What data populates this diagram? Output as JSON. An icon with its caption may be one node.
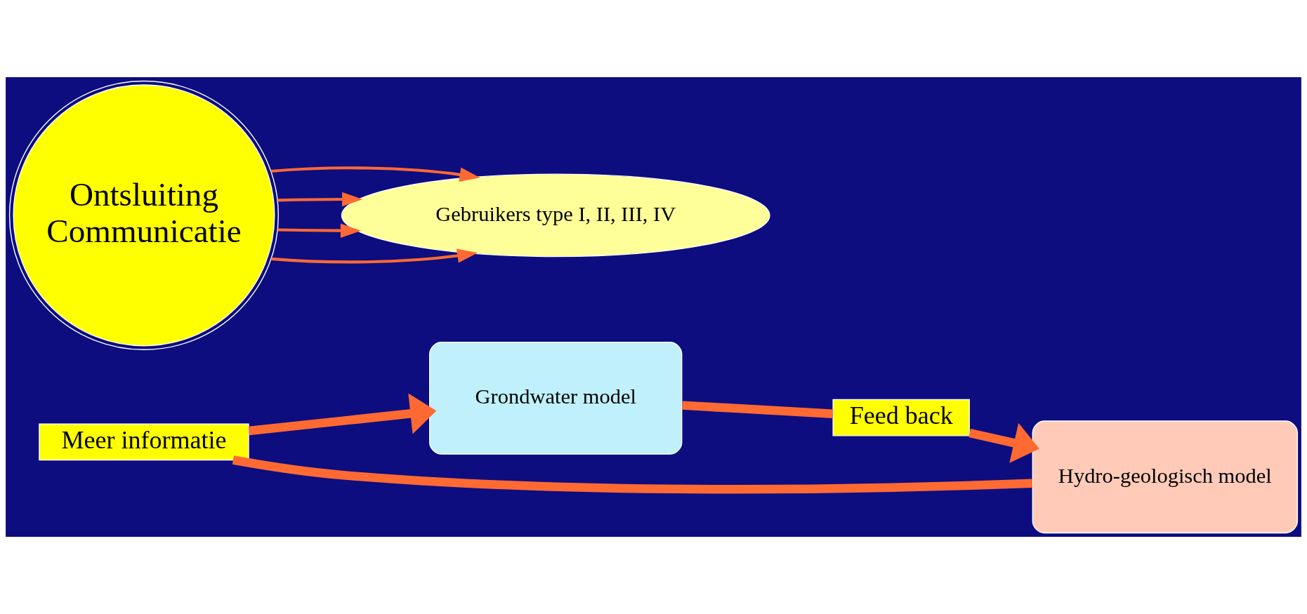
{
  "diagram": {
    "nodes": [
      {
        "text": [
          "Meer informatie"
        ]
      },
      {
        "text": [
          "Hydro-geologisch model"
        ]
      },
      {
        "text": [
          "Grondwater model"
        ]
      },
      {
        "text": [
          "Ontsluiting",
          "Communicatie"
        ]
      },
      {
        "text": [
          "Gebruikers type I, II, III, IV"
        ]
      },
      {
        "text": [
          "Feed back"
        ]
      }
    ],
    "edges": [
      {
        "from": 1,
        "to": 0,
        "arrow": "none",
        "style": "thick"
      },
      {
        "from": 0,
        "to": 2,
        "arrow": "to",
        "style": "thick"
      },
      {
        "from": 3,
        "to": 4,
        "arrow": "to"
      },
      {
        "from": 3,
        "to": 4,
        "arrow": "to"
      },
      {
        "from": 3,
        "to": 4,
        "arrow": "to"
      },
      {
        "from": 3,
        "to": 4,
        "arrow": "to"
      },
      {
        "from": 2,
        "to": 5,
        "arrow": "none",
        "style": "thick"
      },
      {
        "from": 5,
        "to": 1,
        "arrow": "to",
        "style": "thick"
      }
    ]
  }
}
